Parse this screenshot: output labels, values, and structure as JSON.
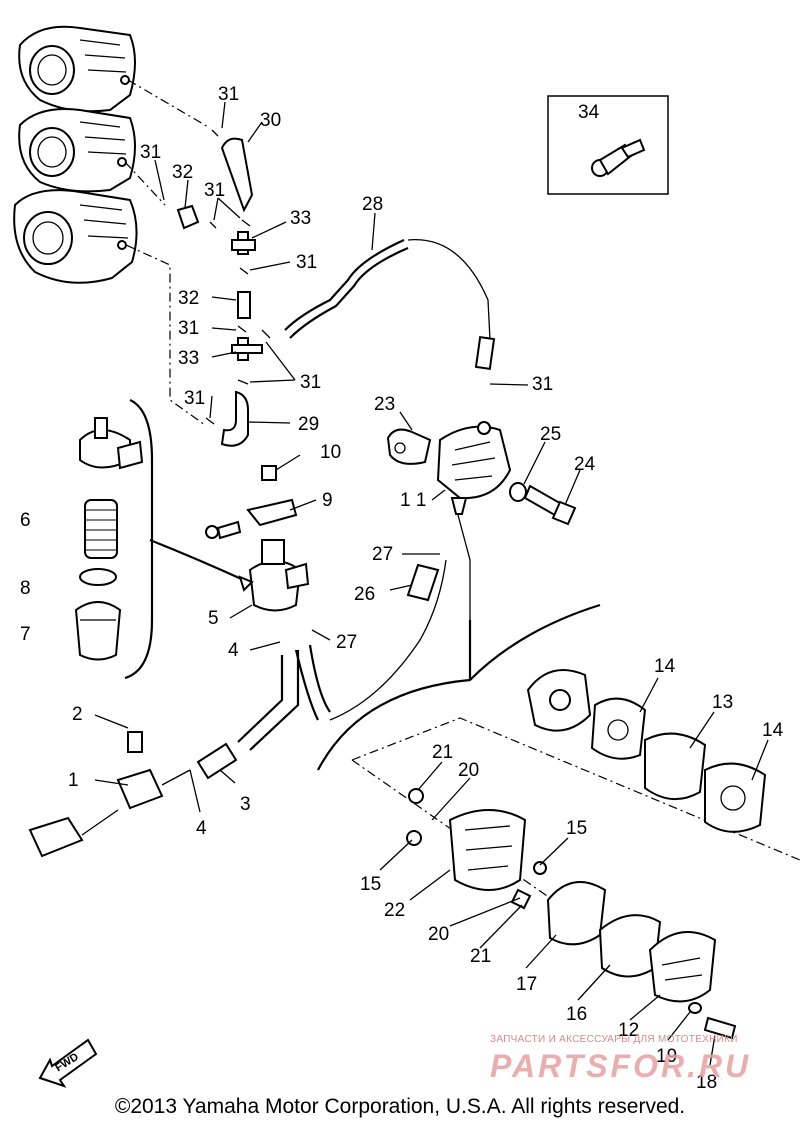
{
  "callouts": {
    "c1": "1",
    "c2": "2",
    "c3": "3",
    "c4a": "4",
    "c4b": "4",
    "c5": "5",
    "c6": "6",
    "c7": "7",
    "c8": "8",
    "c9": "9",
    "c10": "10",
    "c11": "1 1",
    "c12": "12",
    "c13": "13",
    "c14a": "14",
    "c14b": "14",
    "c15a": "15",
    "c15b": "15",
    "c16": "16",
    "c17": "17",
    "c18": "18",
    "c19": "19",
    "c20a": "20",
    "c20b": "20",
    "c21a": "21",
    "c21b": "21",
    "c22": "22",
    "c23": "23",
    "c24": "24",
    "c25": "25",
    "c26": "26",
    "c27a": "27",
    "c27b": "27",
    "c28": "28",
    "c29": "29",
    "c30": "30",
    "c31a": "31",
    "c31b": "31",
    "c31c": "31",
    "c31d": "31",
    "c31e": "31",
    "c31f": "31",
    "c31g": "31",
    "c32a": "32",
    "c32b": "32",
    "c33a": "33",
    "c33b": "33",
    "c34": "34"
  },
  "fwd_label": "FWD",
  "watermark": {
    "top_text": "ЗАПЧАСТИ И АКСЕССУАРЫ ДЛЯ МОТОТЕХНИКИ",
    "logo_text": "PARTSFOR.RU"
  },
  "copyright": "©2013 Yamaha Motor Corporation, U.S.A. All rights reserved."
}
